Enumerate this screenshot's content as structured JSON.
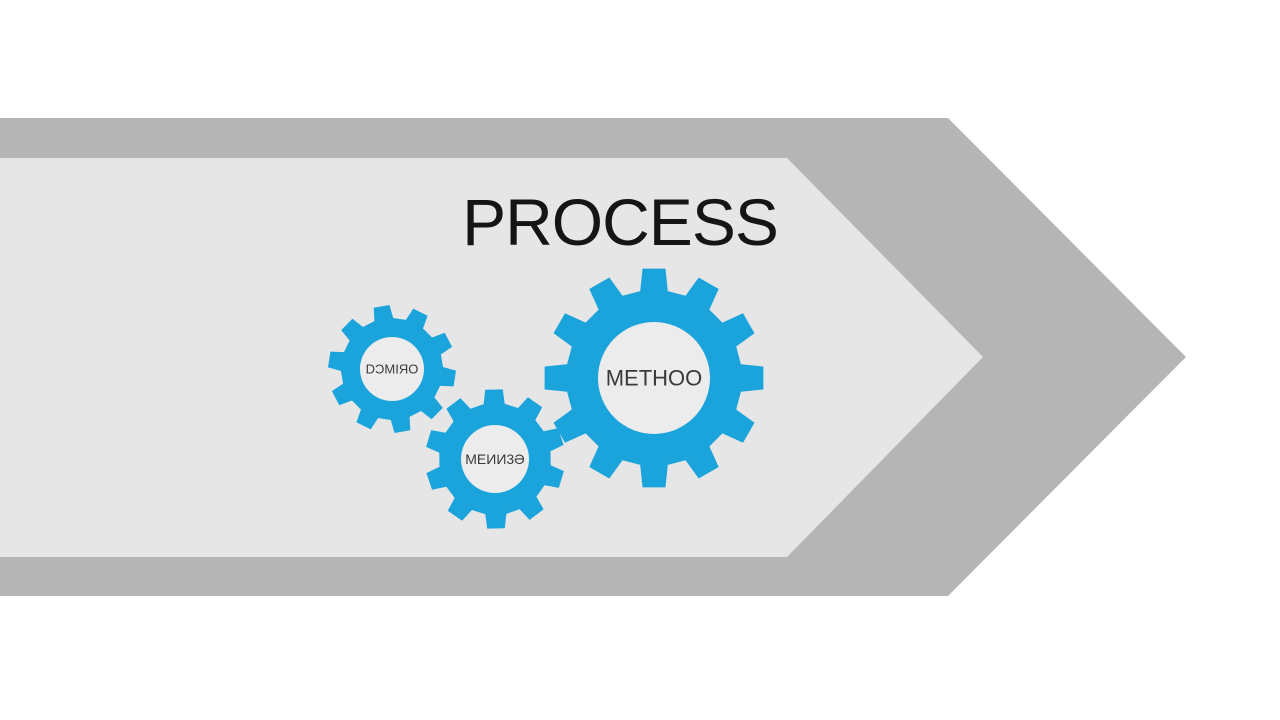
{
  "title": "PROCESS",
  "gears": [
    {
      "id": "small-gear",
      "label": "DƆMIЯO",
      "teeth": 10
    },
    {
      "id": "middle-gear",
      "label": "MEИИ3Ә",
      "teeth": 10
    },
    {
      "id": "large-gear",
      "label": "METHOO",
      "teeth": 12
    }
  ],
  "colors": {
    "background": "#ffffff",
    "arrow_outer": "#b5b5b5",
    "arrow_inner": "#e6e6e6",
    "gear": "#1ba4dc",
    "gear_center": "#ececec",
    "title": "#151515",
    "gear_text": "#3a3a3a"
  }
}
